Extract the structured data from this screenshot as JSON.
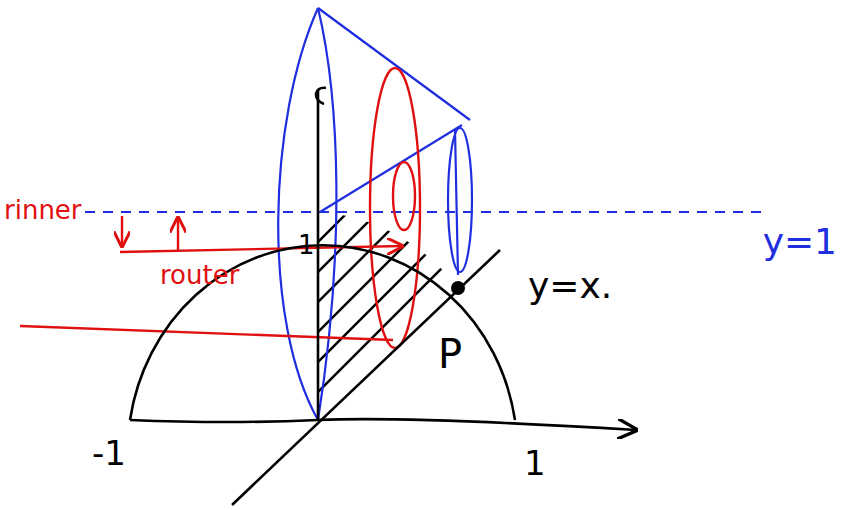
{
  "diagram": {
    "labels": [
      "rinner",
      "router",
      "1",
      "y=x.",
      "P",
      "-1",
      "1",
      "y=1"
    ]
  }
}
